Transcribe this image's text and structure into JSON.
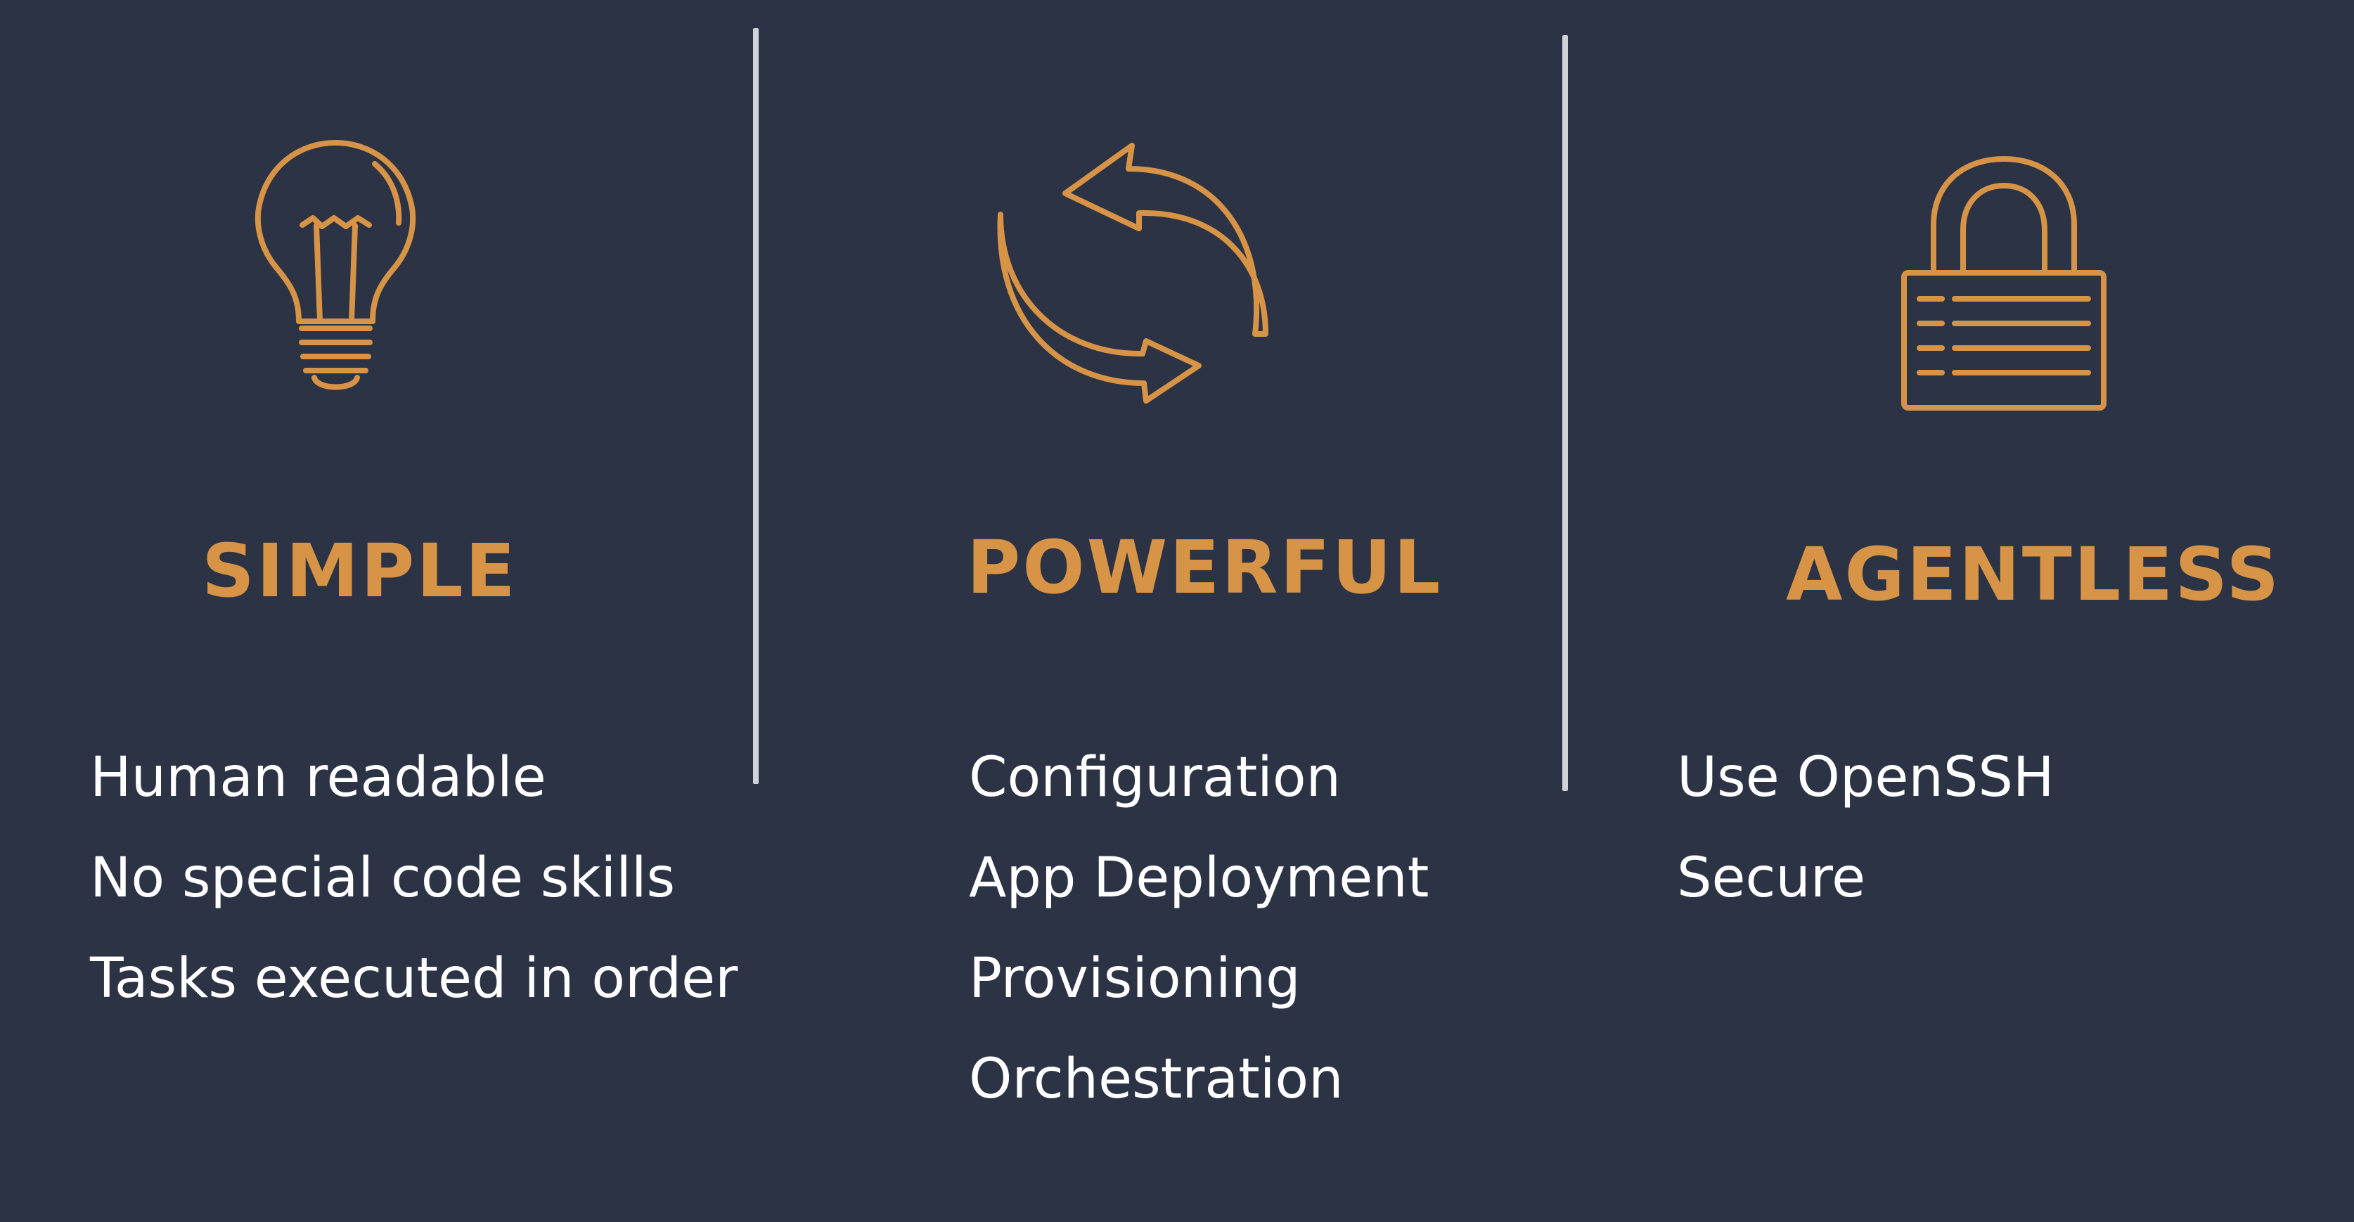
{
  "accent_color": "#d79447",
  "background_color": "#2c3344",
  "columns": [
    {
      "icon": "lightbulb-icon",
      "heading": "SIMPLE",
      "items": [
        "Human readable",
        "No special code skills",
        "Tasks executed in order"
      ]
    },
    {
      "icon": "refresh-arrows-icon",
      "heading": "POWERFUL",
      "items": [
        "Configuration",
        "App Deployment",
        "Provisioning",
        "Orchestration"
      ]
    },
    {
      "icon": "padlock-icon",
      "heading": "AGENTLESS",
      "items": [
        "Use OpenSSH",
        "Secure"
      ]
    }
  ]
}
